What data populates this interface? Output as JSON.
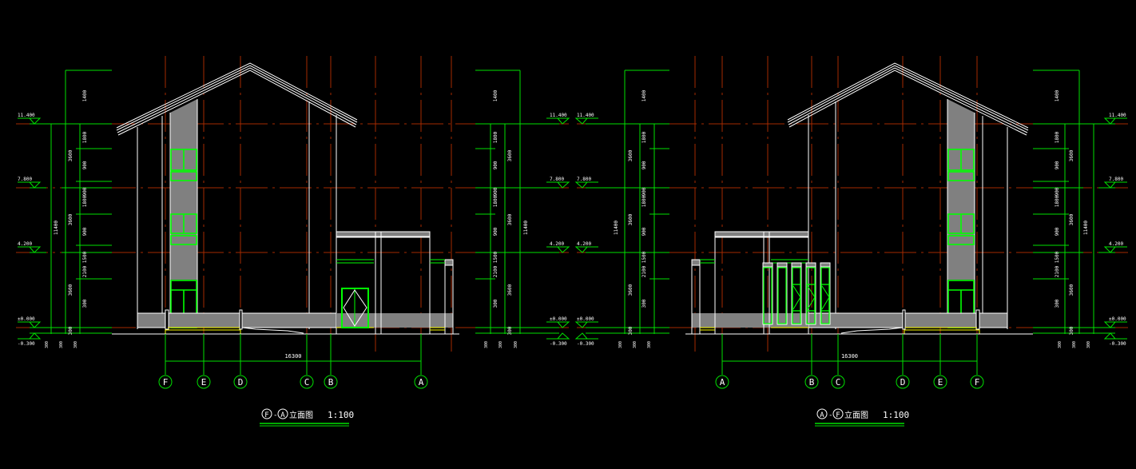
{
  "colors": {
    "background": "#000000",
    "grid": "#a52a00",
    "dimension": "#00e000",
    "outline": "#ffffff",
    "fill": "#808080",
    "window": "#00ff00",
    "yellow": "#ffff00"
  },
  "drawings": [
    {
      "id": "left",
      "title_axes": [
        "F",
        "A"
      ],
      "title_suffix": "立面图",
      "scale": "1:100",
      "axes": [
        {
          "label": "F"
        },
        {
          "label": "E"
        },
        {
          "label": "D"
        },
        {
          "label": "C"
        },
        {
          "label": "B"
        },
        {
          "label": "A"
        }
      ],
      "total_dimension": "16300"
    },
    {
      "id": "right",
      "title_axes": [
        "A",
        "F"
      ],
      "title_suffix": "立面图",
      "scale": "1:100",
      "axes": [
        {
          "label": "A"
        },
        {
          "label": "B"
        },
        {
          "label": "C"
        },
        {
          "label": "D"
        },
        {
          "label": "E"
        },
        {
          "label": "F"
        }
      ],
      "total_dimension": "16300"
    }
  ],
  "levels": [
    "11.400",
    "7.800",
    "4.200",
    "±0.000",
    "-0.300"
  ],
  "vertical_dims": {
    "total": "11400",
    "floors": [
      "3600",
      "3600",
      "3600",
      "300"
    ],
    "parts": [
      "1400",
      "1800",
      "900",
      "900",
      "1800",
      "900",
      "1500",
      "2100",
      "300"
    ],
    "bottom": [
      "300",
      "300",
      "300"
    ]
  }
}
